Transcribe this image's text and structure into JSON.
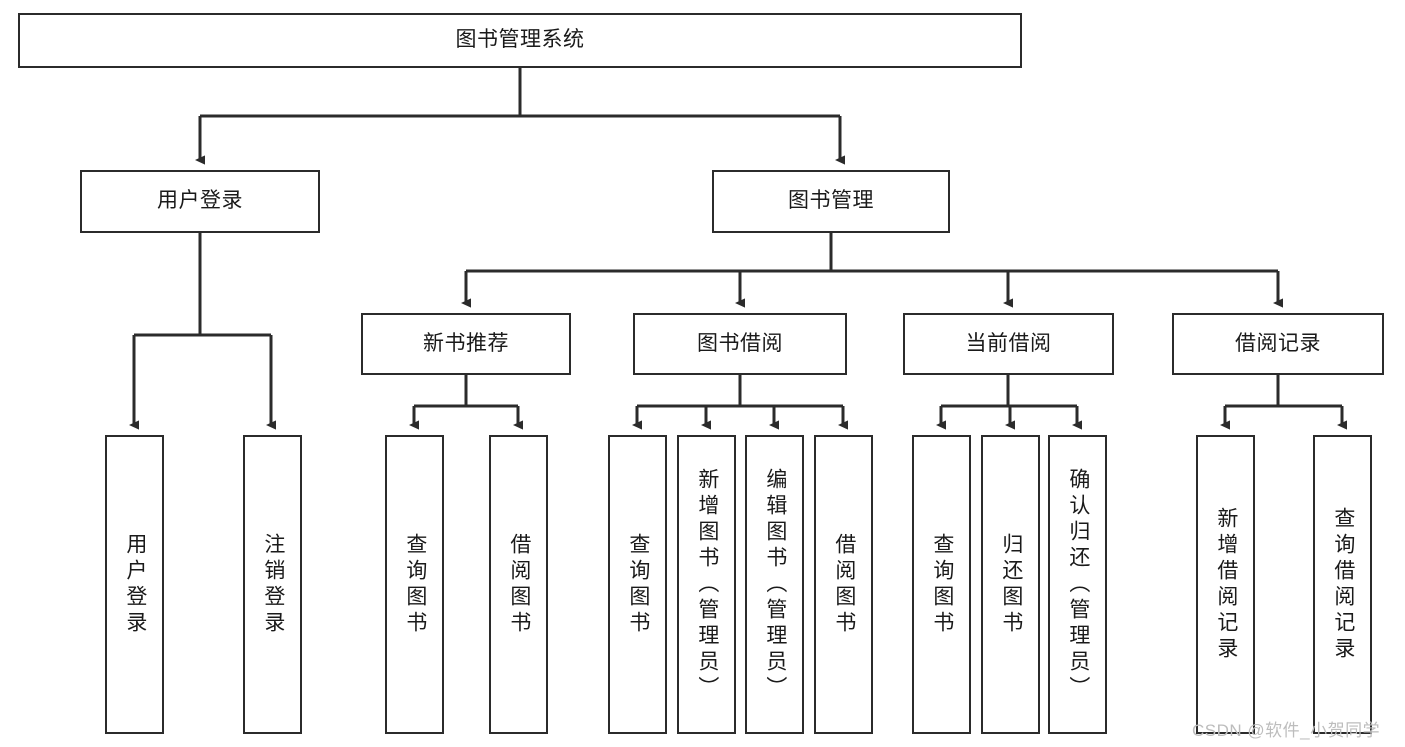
{
  "diagram": {
    "type": "tree-hierarchy-chart",
    "title": "图书管理系统",
    "colors": {
      "box_border": "#2b2b2b",
      "box_fill": "#ffffff",
      "connector": "#2b2b2b",
      "text": "#1a1a1a",
      "watermark": "#bdbdbd"
    },
    "root": {
      "label": "图书管理系统"
    },
    "level1": [
      {
        "id": "user-login",
        "label": "用户登录"
      },
      {
        "id": "book-management",
        "label": "图书管理"
      }
    ],
    "level2": [
      {
        "id": "new-book-recommend",
        "label": "新书推荐"
      },
      {
        "id": "book-borrow",
        "label": "图书借阅"
      },
      {
        "id": "current-borrow",
        "label": "当前借阅"
      },
      {
        "id": "borrow-record",
        "label": "借阅记录"
      }
    ],
    "leaves": {
      "user_login": [
        {
          "id": "leaf-user-login",
          "label": "用户登录"
        },
        {
          "id": "leaf-logout-login",
          "label": "注销登录"
        }
      ],
      "new_book_recommend": [
        {
          "id": "leaf-query-book-1",
          "label": "查询图书"
        },
        {
          "id": "leaf-borrow-book-1",
          "label": "借阅图书"
        }
      ],
      "book_borrow": [
        {
          "id": "leaf-query-book-2",
          "label": "查询图书"
        },
        {
          "id": "leaf-add-book",
          "label": "新增图书（管理员）"
        },
        {
          "id": "leaf-edit-book",
          "label": "编辑图书（管理员）"
        },
        {
          "id": "leaf-borrow-book-2",
          "label": "借阅图书"
        }
      ],
      "current_borrow": [
        {
          "id": "leaf-query-book-3",
          "label": "查询图书"
        },
        {
          "id": "leaf-return-book",
          "label": "归还图书"
        },
        {
          "id": "leaf-confirm-return",
          "label": "确认归还（管理员）"
        }
      ],
      "borrow_record": [
        {
          "id": "leaf-add-record",
          "label": "新增借阅记录"
        },
        {
          "id": "leaf-query-record",
          "label": "查询借阅记录"
        }
      ]
    },
    "watermark": "CSDN @软件_小贺同学"
  }
}
